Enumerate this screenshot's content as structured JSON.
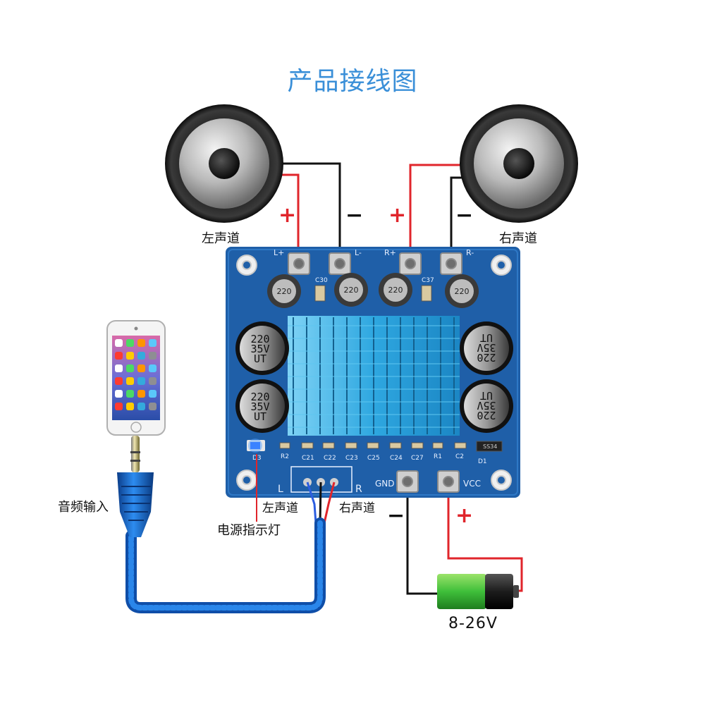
{
  "title": "产品接线图",
  "labels": {
    "left_channel": "左声道",
    "right_channel": "右声道",
    "audio_input": "音频输入",
    "power_indicator": "电源指示灯",
    "input_left": "左声道",
    "input_right": "右声道",
    "voltage": "8-26V"
  },
  "signs": {
    "plus": "+",
    "minus": "−"
  },
  "board": {
    "terminals": [
      "L+",
      "L-",
      "R+",
      "R-"
    ],
    "power_terminals": [
      "GND",
      "VCC"
    ],
    "capacitor_text": [
      "220",
      "35V",
      "UT"
    ],
    "inductor_text": "220",
    "component_labels": [
      "C30",
      "C37",
      "R2",
      "C21",
      "C22",
      "C23",
      "C25",
      "C24",
      "C27",
      "R1",
      "C2",
      "D1",
      "D3",
      "L",
      "R",
      "SS34"
    ]
  },
  "colors": {
    "title": "#3a8fd8",
    "pcb": "#1f5fa8",
    "heatsink": "#3bb4e8",
    "wire_positive": "#e0252b",
    "wire_negative": "#111111",
    "cable": "#1c6fd0",
    "battery_green": "#3fbf3a"
  }
}
